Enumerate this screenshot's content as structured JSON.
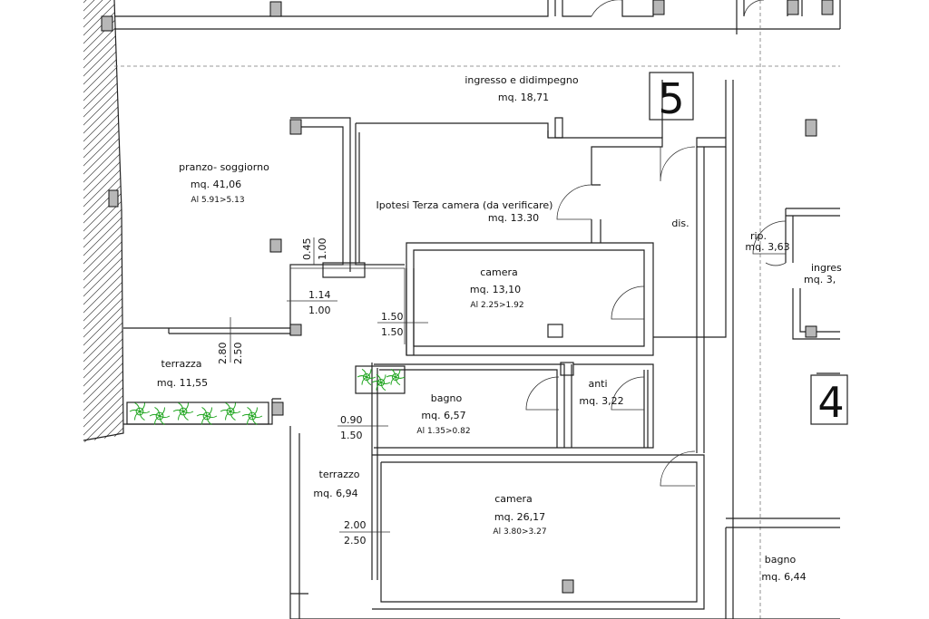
{
  "rooms": {
    "ingresso": {
      "name": "ingresso e didimpegno",
      "area": "mq. 18,71"
    },
    "pranzo": {
      "name": "pranzo- soggiorno",
      "area": "mq. 41,06",
      "note": "Al 5.91>5.13"
    },
    "ipotesi": {
      "name": "Ipotesi Terza camera (da verificare)",
      "area": "mq. 13.30"
    },
    "dis": {
      "name": "dis."
    },
    "rip": {
      "name": "rip.",
      "area": "mq. 3,63"
    },
    "ingresso_right": {
      "name": "ingres",
      "area": "mq. 3,"
    },
    "camera1": {
      "name": "camera",
      "area": "mq. 13,10",
      "note": "Al 2.25>1.92"
    },
    "terrazza1": {
      "name": "terrazza",
      "area": "mq. 11,55"
    },
    "bagno1": {
      "name": "bagno",
      "area": "mq. 6,57",
      "note": "Al 1.35>0.82"
    },
    "anti": {
      "name": "anti",
      "area": "mq. 3,22"
    },
    "terrazza2": {
      "name": "terrazzo",
      "area": "mq. 6,94"
    },
    "camera2": {
      "name": "camera",
      "area": "mq. 26,17",
      "note": "Al 3.80>3.27"
    },
    "bagno2": {
      "name": "bagno",
      "area": "mq. 6,44"
    }
  },
  "units": {
    "unit5": "5",
    "unit4": "4"
  },
  "dimensions": {
    "d1": {
      "top": "0.45",
      "bottom": "1.00"
    },
    "d2": {
      "top": "1.14",
      "bottom": "1.00"
    },
    "d3": {
      "top": "1.50",
      "bottom": "1.50"
    },
    "d4": {
      "top": "2.80",
      "bottom": "2.50"
    },
    "d5": {
      "top": "0.90",
      "bottom": "1.50"
    },
    "d6": {
      "top": "2.00",
      "bottom": "2.50"
    }
  },
  "colors": {
    "walls": "#222222",
    "columns": "#b7b7b7",
    "plants": "#1fa51f"
  }
}
